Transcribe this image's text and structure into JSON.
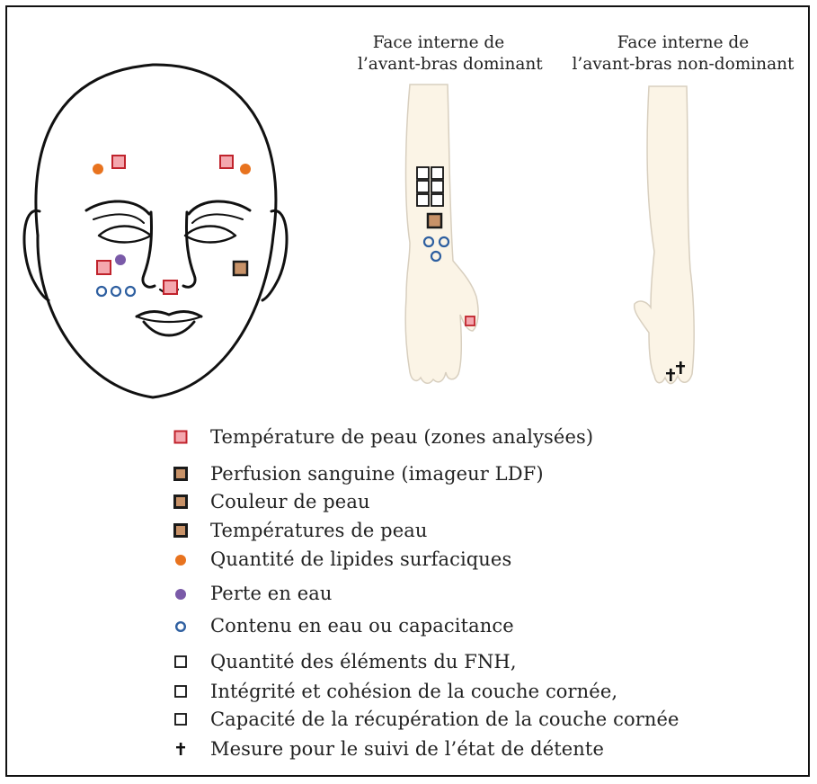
{
  "captions": {
    "dominant_line1": "Face interne de",
    "dominant_line2": "l’avant-bras dominant",
    "nondominant_line1": "Face interne de",
    "nondominant_line2": "l’avant-bras  non-dominant"
  },
  "colors": {
    "skin_temp_fill": "#f4a7ae",
    "skin_temp_border": "#c0232c",
    "perfusion_fill": "#c89268",
    "perfusion_border": "#1a1a1a",
    "lipid": "#e8731f",
    "water_loss": "#7a5aa8",
    "capacitance": "#2e5fa0",
    "limb_fill": "#fbf4e6",
    "limb_stroke": "#d8cfbf"
  },
  "legend": [
    {
      "icon": "square-pink-icon",
      "label": "Température de peau (zones analysées)"
    },
    {
      "icon": "square-brown-icon",
      "label": "Perfusion sanguine (imageur LDF)"
    },
    {
      "icon": "square-brown-icon",
      "label": "Couleur de peau"
    },
    {
      "icon": "square-brown-icon",
      "label": "Températures de peau"
    },
    {
      "icon": "orange-dot-icon",
      "label": "Quantité de lipides surfaciques"
    },
    {
      "icon": "purple-dot-icon",
      "label": "Perte en eau"
    },
    {
      "icon": "blue-ring-icon",
      "label": "Contenu en eau ou capacitance"
    },
    {
      "icon": "open-square-icon",
      "label": "Quantité des éléments du FNH,"
    },
    {
      "icon": "open-square-icon",
      "label": "Intégrité et cohésion de la couche cornée,"
    },
    {
      "icon": "open-square-icon",
      "label": "Capacité de la récupération de la couche cornée"
    },
    {
      "icon": "dagger-icon",
      "label": "Mesure pour le suivi de l’état de détente"
    }
  ]
}
